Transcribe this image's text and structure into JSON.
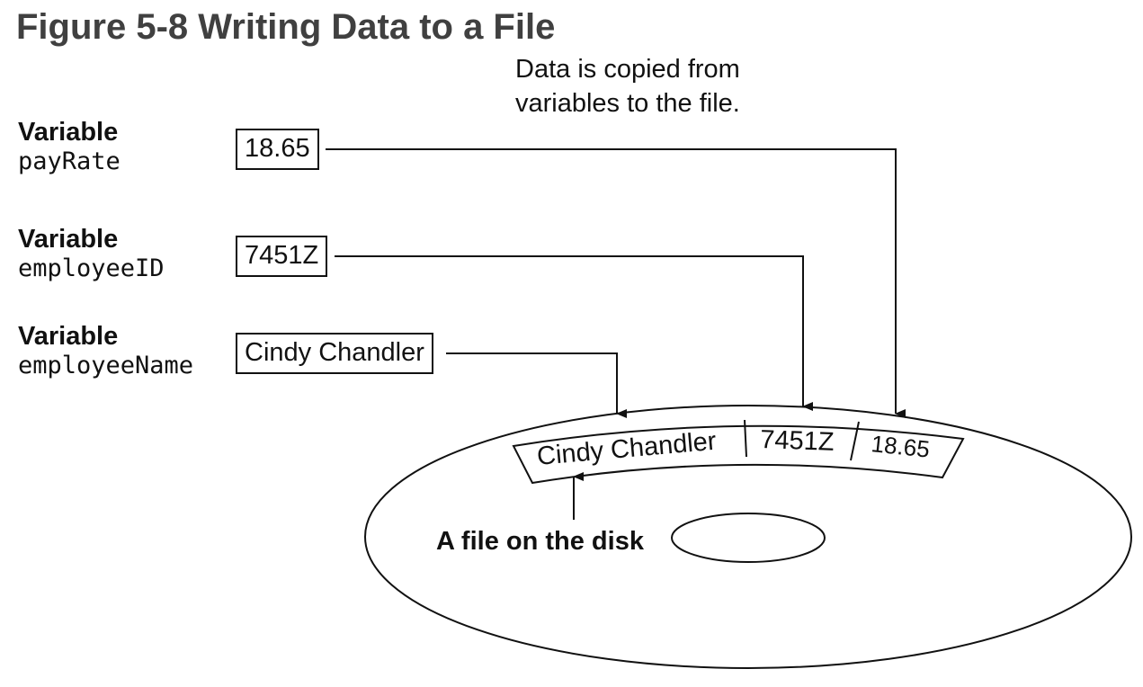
{
  "title": "Figure 5-8 Writing Data to a File",
  "caption": {
    "line1": "Data is copied from",
    "line2": "variables to the file."
  },
  "variables": [
    {
      "kind": "Variable",
      "name": "payRate",
      "value": "18.65"
    },
    {
      "kind": "Variable",
      "name": "employeeID",
      "value": "7451Z"
    },
    {
      "kind": "Variable",
      "name": "employeeName",
      "value": "Cindy Chandler"
    }
  ],
  "file_record": {
    "fields": [
      "Cindy Chandler",
      "7451Z",
      "18.65"
    ]
  },
  "disk_label": "A file on the disk"
}
